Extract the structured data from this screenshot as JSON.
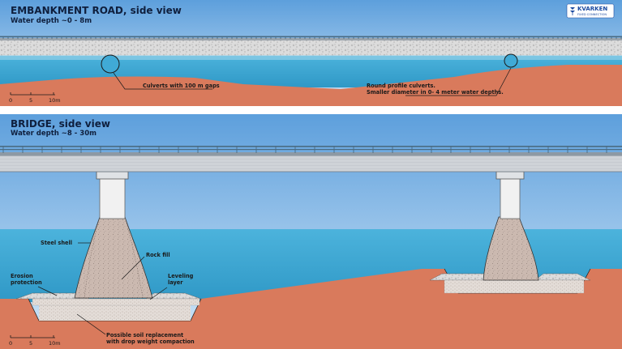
{
  "logo": {
    "name": "KVARKEN",
    "tagline": "FIXED CONNECTION"
  },
  "embankment": {
    "title": "EMBANKMENT ROAD, side view",
    "subtitle": "Water depth ~0 - 8m",
    "callouts": {
      "culverts_gaps": "Culverts with 100 m gaps",
      "round_profile_1": "Round profile culverts.",
      "round_profile_2": "Smaller diameter in 0- 4 meter water depths."
    },
    "scale": {
      "zero": "0",
      "five": "5",
      "ten": "10m"
    }
  },
  "bridge": {
    "title": "BRIDGE, side view",
    "subtitle": "Water depth ~8 - 30m",
    "callouts": {
      "steel_shell": "Steel shell",
      "rock_fill": "Rock fill",
      "erosion_1": "Erosion",
      "erosion_2": "protection",
      "leveling_1": "Leveling",
      "leveling_2": "layer",
      "soil_1": "Possible soil replacement",
      "soil_2": "with drop weight compaction"
    },
    "scale": {
      "zero": "0",
      "five": "5",
      "ten": "10m"
    }
  },
  "colors": {
    "sky_top": "#7fb2e0",
    "sky_bottom": "#d2e6f6",
    "water": "#3aa6d3",
    "water_deep": "#2f9bc9",
    "soil": "#d97a5c",
    "embankment": "#d9d9d9",
    "deck": "#cfd2d6",
    "railing": "#4a6b82",
    "pier": "#eeeeee",
    "rock_fill": "#c9b7ad",
    "leveling": "#e0d6d0"
  }
}
